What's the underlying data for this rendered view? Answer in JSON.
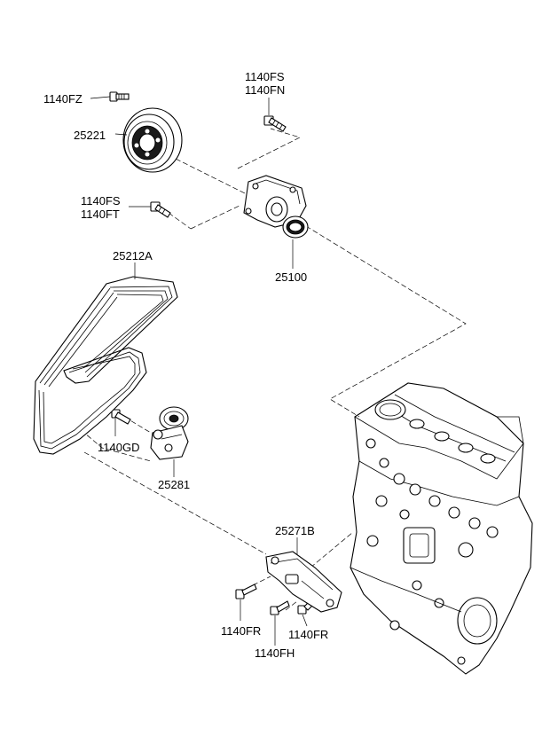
{
  "labels": {
    "p_1140fz": "1140FZ",
    "p_25221": "25221",
    "p_1140fs_top": "1140FS",
    "p_1140fn": "1140FN",
    "p_1140fs_mid": "1140FS",
    "p_1140ft": "1140FT",
    "p_25100": "25100",
    "p_25212a": "25212A",
    "p_1140gd": "1140GD",
    "p_25281": "25281",
    "p_25271b": "25271B",
    "p_1140fr_left": "1140FR",
    "p_1140fh": "1140FH",
    "p_1140fr_right": "1140FR"
  }
}
